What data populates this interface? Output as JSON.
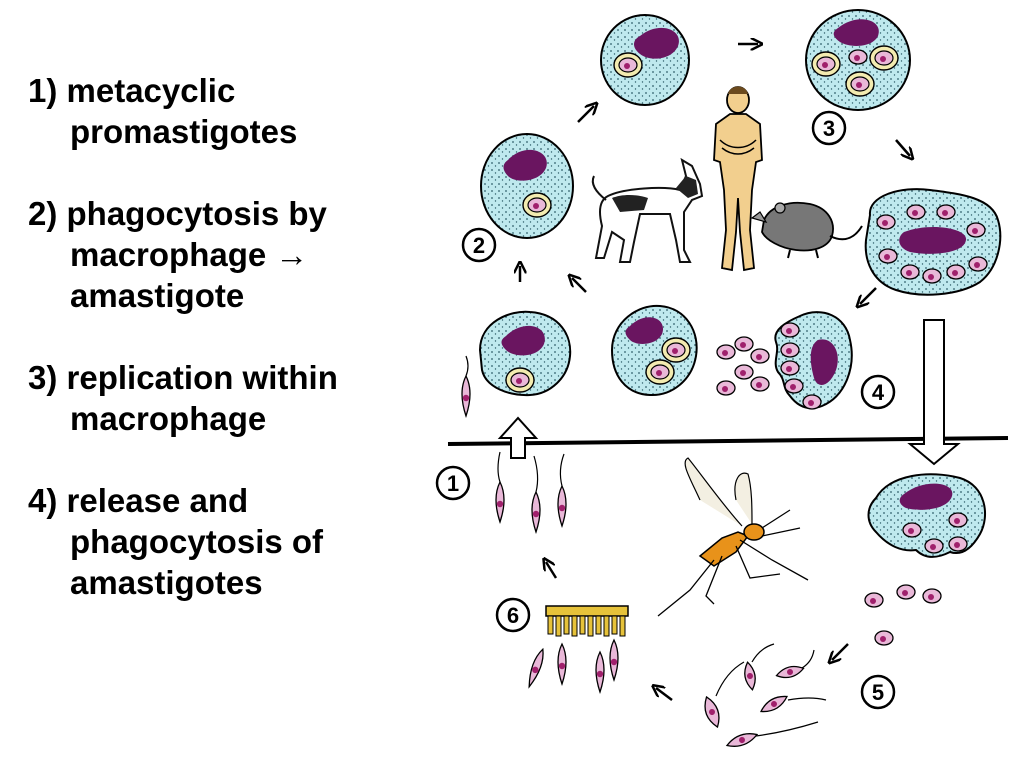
{
  "steps": [
    {
      "number": "1)",
      "lines": [
        "metacyclic",
        "promastigotes"
      ]
    },
    {
      "number": "2)",
      "lines": [
        "phagocytosis by",
        "macrophage →",
        "amastigote"
      ]
    },
    {
      "number": "3)",
      "lines": [
        "replication within",
        "macrophage"
      ]
    },
    {
      "number": "4)",
      "lines": [
        "release and",
        "phagocytosis of",
        "amastigotes"
      ]
    }
  ],
  "diagram": {
    "stage_markers": [
      "1",
      "2",
      "3",
      "4",
      "5",
      "6"
    ],
    "colors": {
      "macrophage_fill": "#bfe9ee",
      "nucleus": "#6a1560",
      "parasite_fill": "#e9b8d8",
      "parasite_nucleus": "#a0206c",
      "vacuole": "#f3ebb0",
      "sandfly_body": "#e8921a",
      "proboscis_comb": "#e6c23a",
      "human_skin": "#f2cf8e",
      "dog": "#222222",
      "rat": "#555555"
    },
    "hosts": [
      "dog-icon",
      "human-icon",
      "rat-icon",
      "sandfly-icon"
    ]
  }
}
